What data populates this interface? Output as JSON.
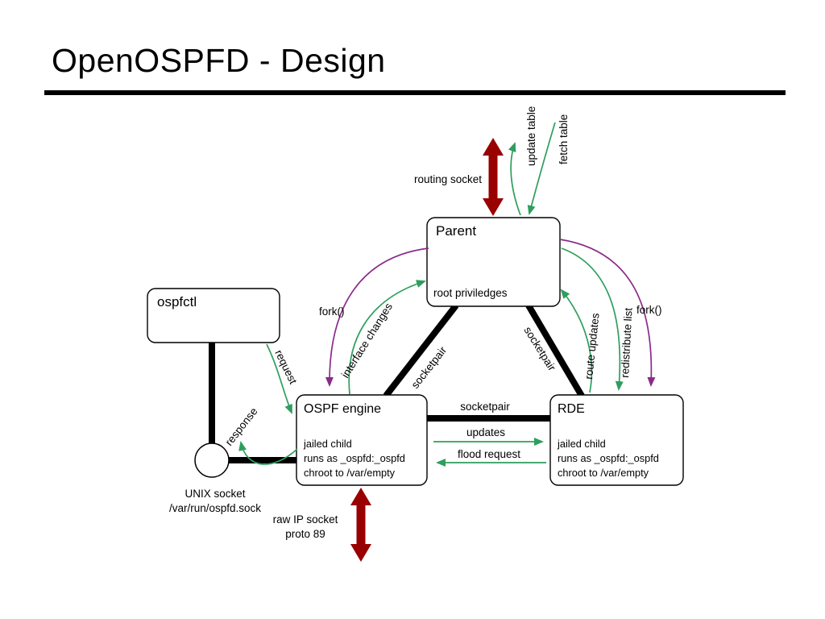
{
  "title": "OpenOSPFD - Design",
  "colors": {
    "arrow_green": "#2e9e5e",
    "arrow_purple": "#8a2b8a",
    "arrow_darkred": "#990000"
  },
  "nodes": {
    "parent": {
      "title": "Parent",
      "subtitle": "root priviledges"
    },
    "ospfctl": {
      "title": "ospfctl"
    },
    "ospf_engine": {
      "title": "OSPF engine",
      "lines": [
        "jailed child",
        "runs as _ospfd:_ospfd",
        "chroot to /var/empty"
      ]
    },
    "rde": {
      "title": "RDE",
      "lines": [
        "jailed child",
        "runs as _ospfd:_ospfd",
        "chroot to /var/empty"
      ]
    }
  },
  "edge_labels": {
    "routing_socket": "routing socket",
    "update_table": "update table",
    "fetch_table": "fetch table",
    "fork_left": "fork()",
    "fork_right": "fork()",
    "interface_changes": "interface changes",
    "socketpair_parent_engine": "socketpair",
    "socketpair_parent_rde": "socketpair",
    "socketpair_engine_rde": "socketpair",
    "route_updates": "route updates",
    "redistribute_list": "redistribute list",
    "request": "request",
    "response": "response",
    "updates": "updates",
    "flood_request": "flood request"
  },
  "annotations": {
    "unix_socket_line1": "UNIX socket",
    "unix_socket_line2": "/var/run/ospfd.sock",
    "raw_ip_line1": "raw IP socket",
    "raw_ip_line2": "proto 89"
  }
}
